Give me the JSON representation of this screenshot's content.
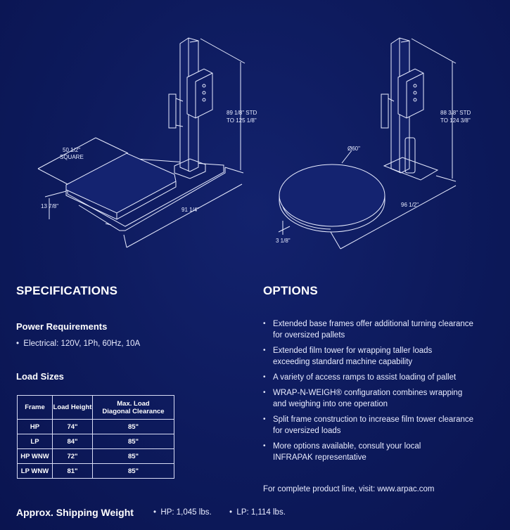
{
  "dimensions": {
    "left_height": "89 1/8\" STD",
    "left_height2": "TO 125 1/8\"",
    "left_square": "50 1/2\"",
    "left_square2": "SQUARE",
    "left_base": "13 7/8\"",
    "left_length": "91 1/4\"",
    "right_height": "88 3/8\" STD",
    "right_height2": "TO 124 3/8\"",
    "right_diameter": "Ø60\"",
    "right_length": "96 1/2\"",
    "right_base": "3 1/8\""
  },
  "specifications": {
    "title": "SPECIFICATIONS",
    "power_title": "Power Requirements",
    "power_item": "Electrical: 120V, 1Ph, 60Hz, 10A",
    "load_title": "Load Sizes",
    "table": {
      "headers": [
        "Frame",
        "Load Height",
        "Max. Load",
        "Diagonal Clearance"
      ],
      "rows": [
        [
          "HP",
          "74\"",
          "85\""
        ],
        [
          "LP",
          "84\"",
          "85\""
        ],
        [
          "HP WNW",
          "72\"",
          "85\""
        ],
        [
          "LP WNW",
          "81\"",
          "85\""
        ]
      ]
    }
  },
  "options": {
    "title": "OPTIONS",
    "items": [
      {
        "line1": "Extended base frames offer additional turning clearance",
        "line2": "for oversized pallets"
      },
      {
        "line1": "Extended film tower for wrapping taller loads",
        "line2": "exceeding standard machine capability"
      },
      {
        "line1": "A variety of access ramps to assist loading of pallet",
        "line2": ""
      },
      {
        "line1": "WRAP-N-WEIGH® configuration combines wrapping",
        "line2": "and weighing into one operation"
      },
      {
        "line1": "Split frame construction to increase film tower clearance",
        "line2": "for oversized loads"
      },
      {
        "line1": "More options available, consult your local",
        "line2": "INFRAPAK representative"
      }
    ],
    "footer": "For complete product line, visit: www.arpac.com"
  },
  "shipping": {
    "title": "Approx. Shipping Weight",
    "hp": "HP: 1,045 lbs.",
    "lp": "LP: 1,114 lbs."
  }
}
